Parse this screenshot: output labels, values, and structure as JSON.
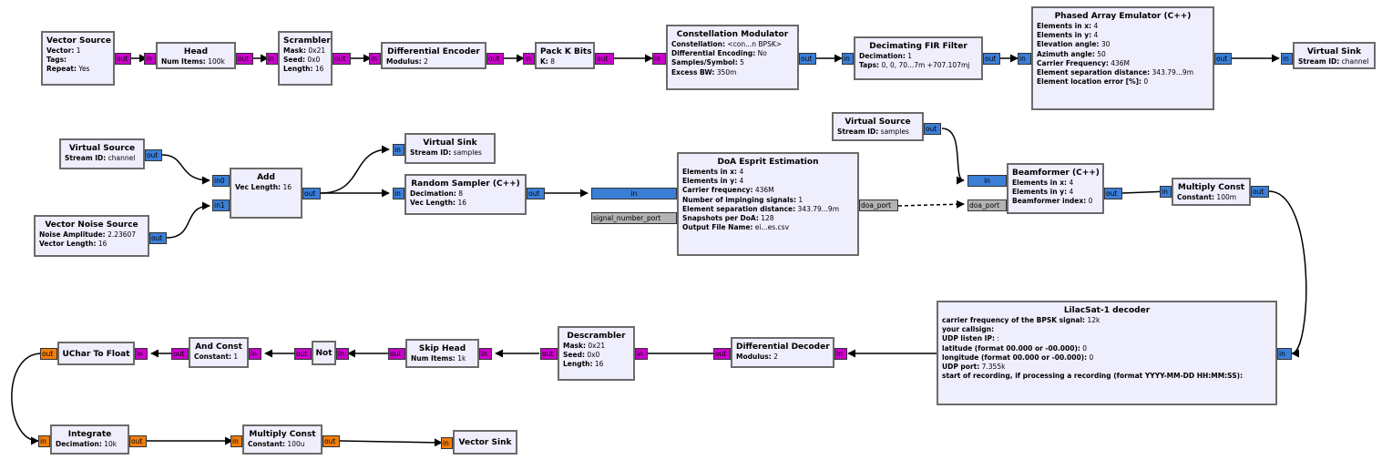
{
  "blocks": {
    "vector_source": {
      "title": "Vector Source",
      "params": [
        [
          "Vector:",
          "1"
        ],
        [
          "Tags:",
          ""
        ],
        [
          "Repeat:",
          "Yes"
        ]
      ],
      "out": "out"
    },
    "head": {
      "title": "Head",
      "params": [
        [
          "Num Items:",
          "100k"
        ]
      ],
      "in": "in",
      "out": "out"
    },
    "scrambler": {
      "title": "Scrambler",
      "params": [
        [
          "Mask:",
          "0x21"
        ],
        [
          "Seed:",
          "0x0"
        ],
        [
          "Length:",
          "16"
        ]
      ],
      "in": "in",
      "out": "out"
    },
    "diff_encoder": {
      "title": "Differential Encoder",
      "params": [
        [
          "Modulus:",
          "2"
        ]
      ],
      "in": "in",
      "out": "out"
    },
    "pack_k_bits": {
      "title": "Pack K Bits",
      "params": [
        [
          "K:",
          "8"
        ]
      ],
      "in": "in",
      "out": "out"
    },
    "constellation_mod": {
      "title": "Constellation Modulator",
      "params": [
        [
          "Constellation:",
          "<con...n BPSK>"
        ],
        [
          "Differential Encoding:",
          "No"
        ],
        [
          "Samples/Symbol:",
          "5"
        ],
        [
          "Excess BW:",
          "350m"
        ]
      ],
      "in": "in",
      "out": "out"
    },
    "decim_fir": {
      "title": "Decimating FIR Filter",
      "params": [
        [
          "Decimation:",
          "1"
        ],
        [
          "Taps:",
          "0, 0, 70...7m +707.107mj"
        ]
      ],
      "in": "in",
      "out": "out"
    },
    "phased_array": {
      "title": "Phased Array Emulator (C++)",
      "params": [
        [
          "Elements in x:",
          "4"
        ],
        [
          "Elements in y:",
          "4"
        ],
        [
          "Elevation angle:",
          "30"
        ],
        [
          "Azimuth angle:",
          "50"
        ],
        [
          "Carrier Frequency:",
          "436M"
        ],
        [
          "Element separation distance:",
          "343.79...9m"
        ],
        [
          "Element location error [%]:",
          "0"
        ]
      ],
      "in": "in",
      "out": "out"
    },
    "virtual_sink_channel": {
      "title": "Virtual Sink",
      "params": [
        [
          "Stream ID:",
          "channel"
        ]
      ],
      "in": "in"
    },
    "virtual_source_channel": {
      "title": "Virtual Source",
      "params": [
        [
          "Stream ID:",
          "channel"
        ]
      ],
      "out": "out"
    },
    "vector_noise_source": {
      "title": "Vector Noise Source",
      "params": [
        [
          "Noise Amplitude:",
          "2.23607"
        ],
        [
          "Vector Length:",
          "16"
        ]
      ],
      "out": "out"
    },
    "add": {
      "title": "Add",
      "params": [
        [
          "Vec Length:",
          "16"
        ]
      ],
      "in0": "in0",
      "in1": "in1",
      "out": "out"
    },
    "virtual_sink_samples": {
      "title": "Virtual Sink",
      "params": [
        [
          "Stream ID:",
          "samples"
        ]
      ],
      "in": "in"
    },
    "random_sampler": {
      "title": "Random Sampler (C++)",
      "params": [
        [
          "Decimation:",
          "8"
        ],
        [
          "Vec Length:",
          "16"
        ]
      ],
      "in": "in",
      "out": "out"
    },
    "doa_esprit": {
      "title": "DoA Esprit Estimation",
      "params": [
        [
          "Elements in x:",
          "4"
        ],
        [
          "Elements in y:",
          "4"
        ],
        [
          "Carrier frequency:",
          "436M"
        ],
        [
          "Number of impinging signals:",
          "1"
        ],
        [
          "Element separation distance:",
          "343.79...9m"
        ],
        [
          "Snapshots per DoA:",
          "128"
        ],
        [
          "Output File Name:",
          "ei...es.csv"
        ]
      ],
      "in": "in",
      "in2": "signal_number_port",
      "out": "doa_port"
    },
    "virtual_source_samples": {
      "title": "Virtual Source",
      "params": [
        [
          "Stream ID:",
          "samples"
        ]
      ],
      "out": "out"
    },
    "beamformer": {
      "title": "Beamformer (C++)",
      "params": [
        [
          "Elements in x:",
          "4"
        ],
        [
          "Elements in y:",
          "4"
        ],
        [
          "Beamformer index:",
          "0"
        ]
      ],
      "in": "in",
      "in2": "doa_port",
      "out": "out"
    },
    "multiply_const_1": {
      "title": "Multiply Const",
      "params": [
        [
          "Constant:",
          "100m"
        ]
      ],
      "in": "in",
      "out": "out"
    },
    "lilacsat_decoder": {
      "title": "LilacSat-1 decoder",
      "params": [
        [
          "carrier frequency of the BPSK signal:",
          "12k"
        ],
        [
          "your callsign:",
          ""
        ],
        [
          "UDP listen IP:",
          ":"
        ],
        [
          "latitude (format 00.000 or -00.000):",
          "0"
        ],
        [
          "longitude (format 00.000 or -00.000):",
          "0"
        ],
        [
          "UDP port:",
          "7.355k"
        ],
        [
          "start of recording, if processing a recording (format YYYY-MM-DD HH:MM:SS):",
          ""
        ]
      ],
      "in": "in"
    },
    "diff_decoder": {
      "title": "Differential Decoder",
      "params": [
        [
          "Modulus:",
          "2"
        ]
      ],
      "in": "in",
      "out": "out"
    },
    "descrambler": {
      "title": "Descrambler",
      "params": [
        [
          "Mask:",
          "0x21"
        ],
        [
          "Seed:",
          "0x0"
        ],
        [
          "Length:",
          "16"
        ]
      ],
      "in": "in",
      "out": "out"
    },
    "skip_head": {
      "title": "Skip Head",
      "params": [
        [
          "Num Items:",
          "1k"
        ]
      ],
      "in": "in",
      "out": "out"
    },
    "not": {
      "title": "Not",
      "params": [],
      "in": "in",
      "out": "out"
    },
    "and_const": {
      "title": "And Const",
      "params": [
        [
          "Constant:",
          "1"
        ]
      ],
      "in": "in",
      "out": "out"
    },
    "uchar_to_float": {
      "title": "UChar To Float",
      "params": [],
      "in": "in",
      "out": "out"
    },
    "integrate": {
      "title": "Integrate",
      "params": [
        [
          "Decimation:",
          "10k"
        ]
      ],
      "in": "in",
      "out": "out"
    },
    "multiply_const_2": {
      "title": "Multiply Const",
      "params": [
        [
          "Constant:",
          "100u"
        ]
      ],
      "in": "in",
      "out": "out"
    },
    "vector_sink": {
      "title": "Vector Sink",
      "params": [],
      "in": "in"
    }
  },
  "colors": {
    "port_byte": "#cc00cc",
    "port_complex": "#3b7ed6",
    "port_float": "#f07d0c",
    "port_message": "#b3b3b3",
    "block_bg": "#efeefd",
    "block_border": "#6b6b6b"
  }
}
